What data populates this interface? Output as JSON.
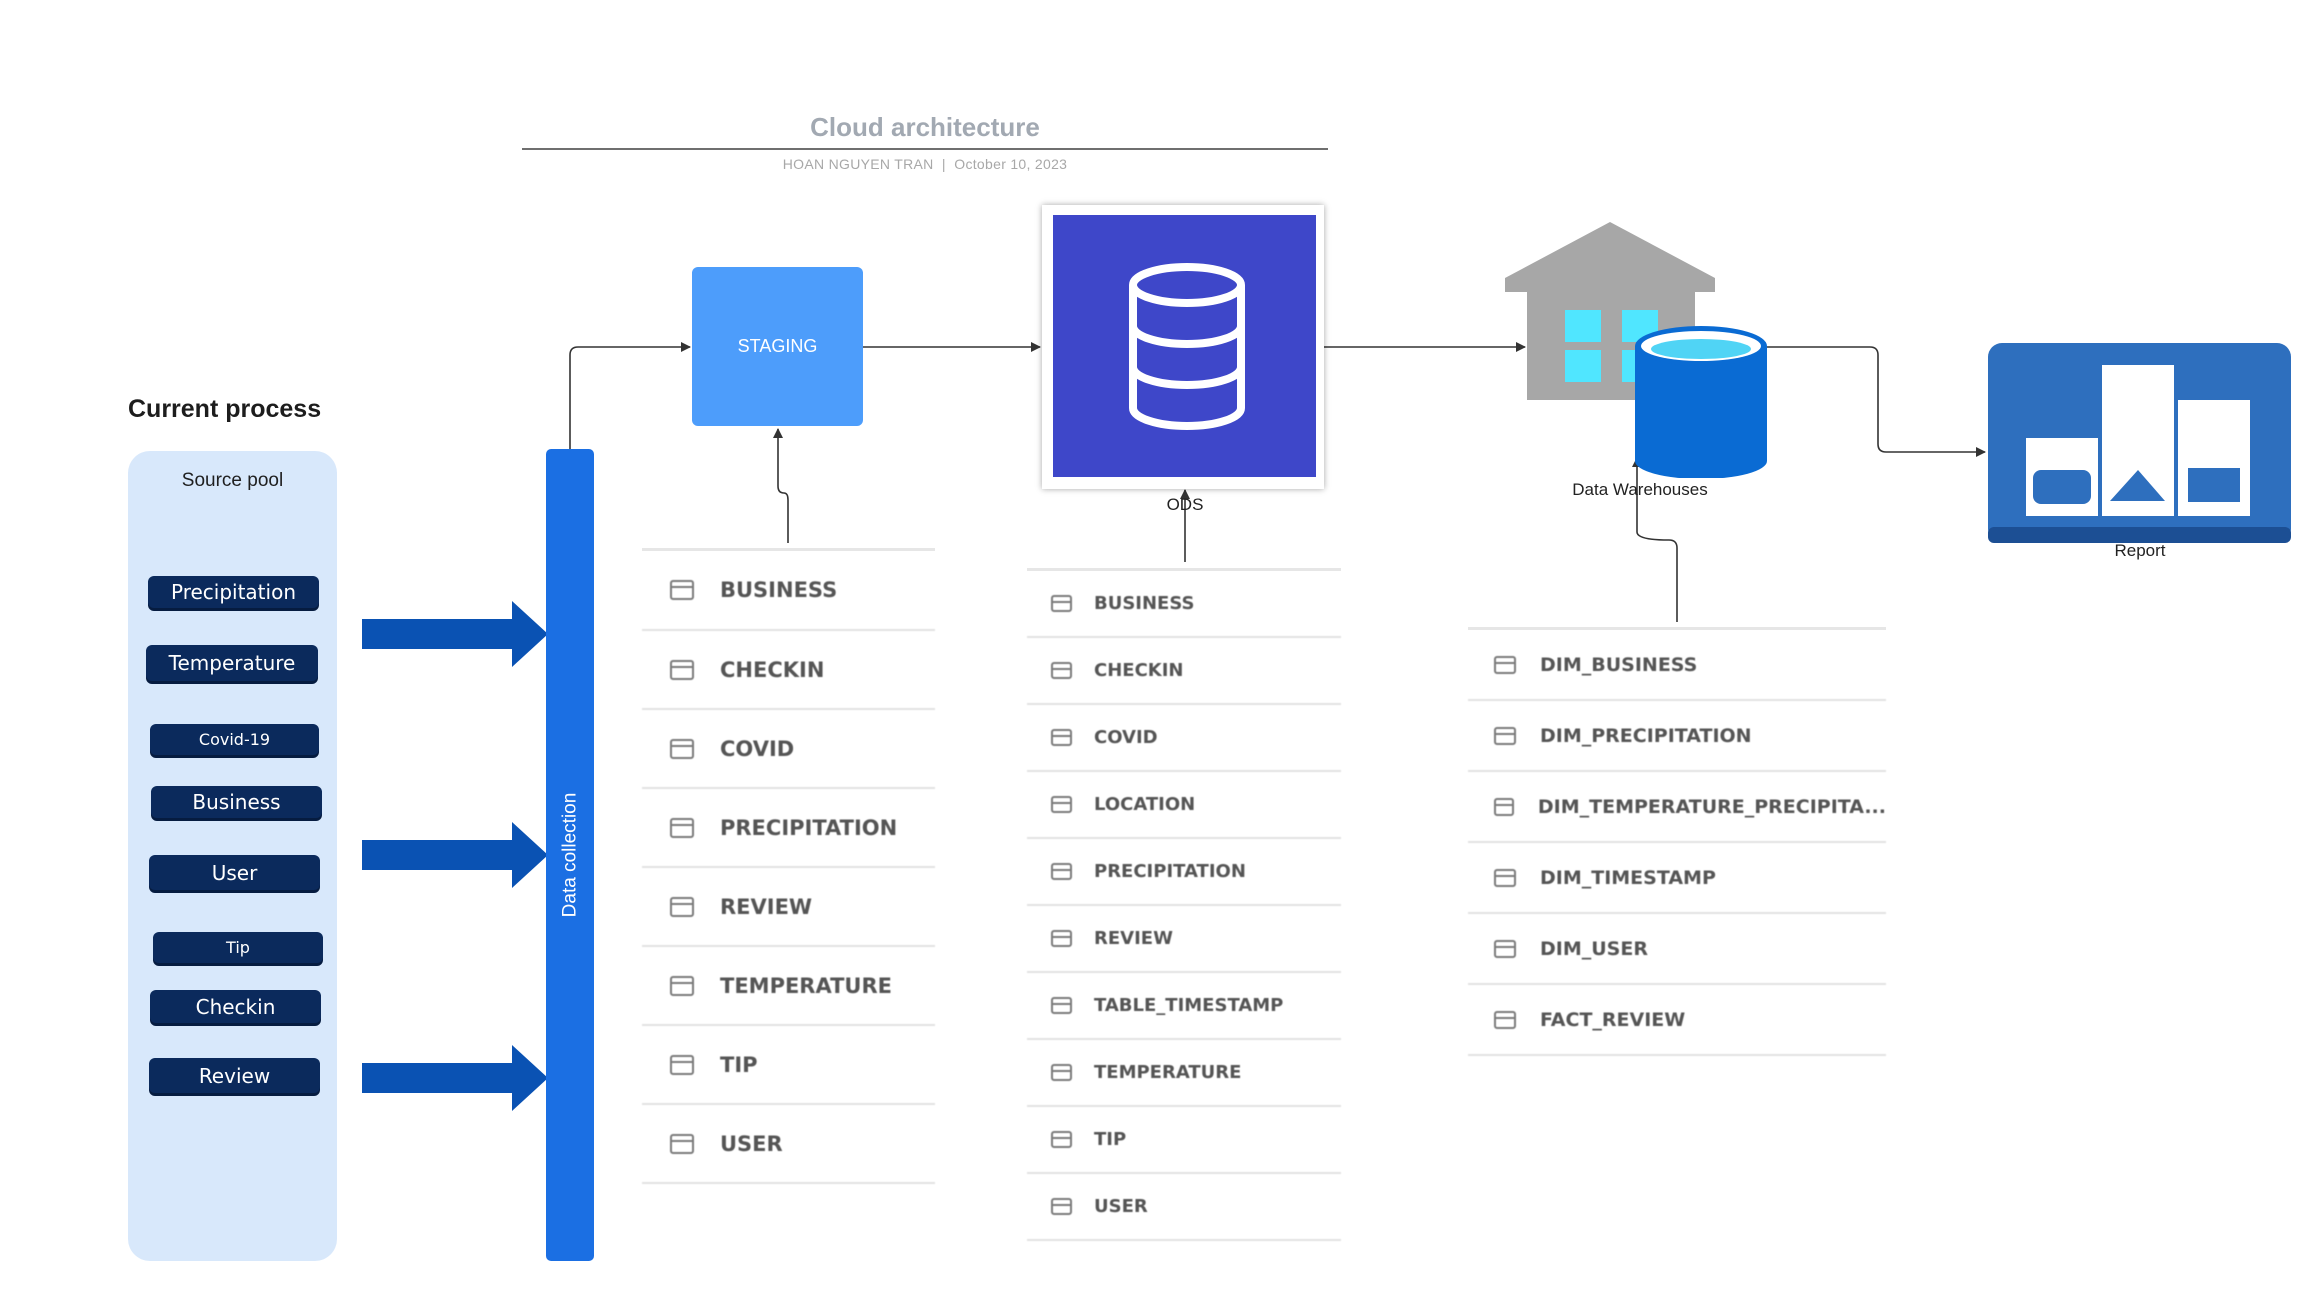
{
  "header": {
    "title": "Cloud architecture",
    "author": "HOAN NGUYEN TRAN",
    "separator": "|",
    "date": "October 10, 2023"
  },
  "current_process": {
    "heading": "Current process",
    "source_pool": {
      "label": "Source pool",
      "items": [
        "Precipitation",
        "Temperature",
        "Covid-19",
        "Business",
        "User",
        "Tip",
        "Checkin",
        "Review"
      ]
    }
  },
  "data_collection": {
    "label": "Data collection"
  },
  "staging": {
    "label": "STAGING",
    "tables": [
      "BUSINESS",
      "CHECKIN",
      "COVID",
      "PRECIPITATION",
      "REVIEW",
      "TEMPERATURE",
      "TIP",
      "USER"
    ]
  },
  "ods": {
    "label": "ODS",
    "tables": [
      "BUSINESS",
      "CHECKIN",
      "COVID",
      "LOCATION",
      "PRECIPITATION",
      "REVIEW",
      "TABLE_TIMESTAMP",
      "TEMPERATURE",
      "TIP",
      "USER"
    ]
  },
  "data_warehouse": {
    "label": "Data Warehouses",
    "tables": [
      "DIM_BUSINESS",
      "DIM_PRECIPITATION",
      "DIM_TEMPERATURE_PRECIPITA...",
      "DIM_TIMESTAMP",
      "DIM_USER",
      "FACT_REVIEW"
    ]
  },
  "report": {
    "label": "Report"
  },
  "colors": {
    "pill": "#0b2a5c",
    "arrow": "#0a52b3",
    "collection_bar": "#1b6fe3",
    "staging": "#4d9dfb",
    "ods": "#3e47c9",
    "report": "#2e6fbe",
    "source_pool_bg": "#d8e8fb"
  },
  "icons": {
    "ods": "database-icon",
    "warehouse": "warehouse-icon",
    "warehouse_db": "cylinder-database-icon",
    "report": "bar-chart-icon",
    "table": "table-icon",
    "arrow": "right-arrow-icon"
  }
}
